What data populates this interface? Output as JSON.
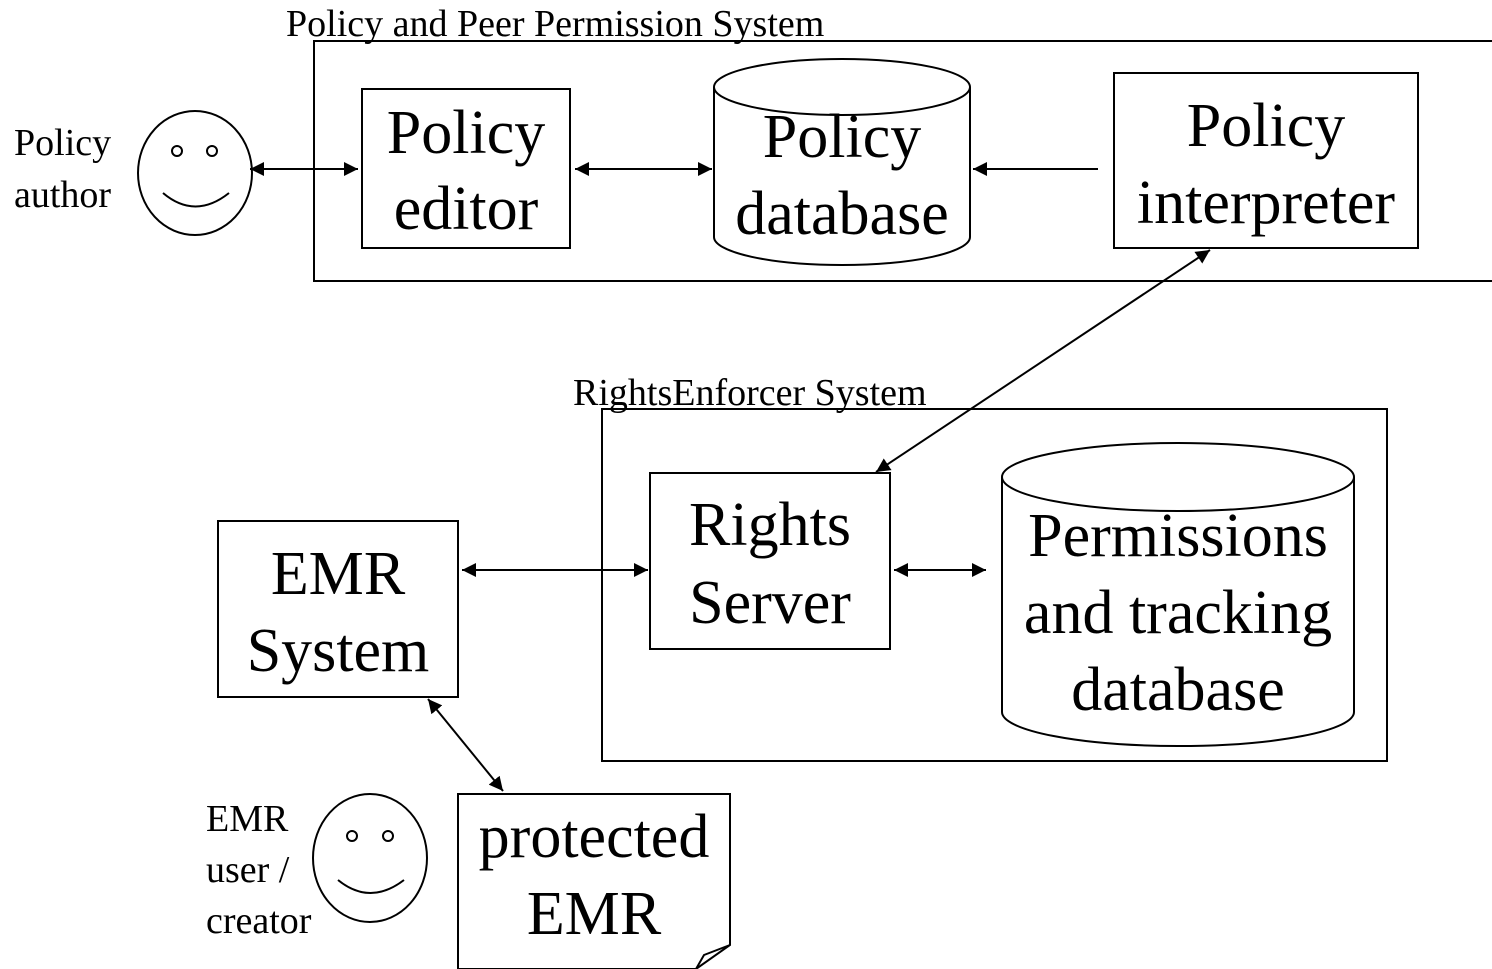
{
  "groups": {
    "policy_system": "Policy and Peer Permission System",
    "rights_system": "RightsEnforcer System"
  },
  "actors": {
    "policy_author": {
      "line1": "Policy",
      "line2": "author"
    },
    "emr_user": {
      "line1": "EMR",
      "line2": "user /",
      "line3": "creator"
    }
  },
  "components": {
    "policy_editor": {
      "line1": "Policy",
      "line2": "editor"
    },
    "policy_database": {
      "line1": "Policy",
      "line2": "database"
    },
    "policy_interpreter": {
      "line1": "Policy",
      "line2": "interpreter"
    },
    "rights_server": {
      "line1": "Rights",
      "line2": "Server"
    },
    "permissions_db": {
      "line1": "Permissions",
      "line2": "and tracking",
      "line3": "database"
    },
    "emr_system": {
      "line1": "EMR",
      "line2": "System"
    },
    "protected_emr": {
      "line1": "protected",
      "line2": "EMR"
    }
  },
  "colors": {
    "stroke": "#000000",
    "background": "#ffffff"
  }
}
